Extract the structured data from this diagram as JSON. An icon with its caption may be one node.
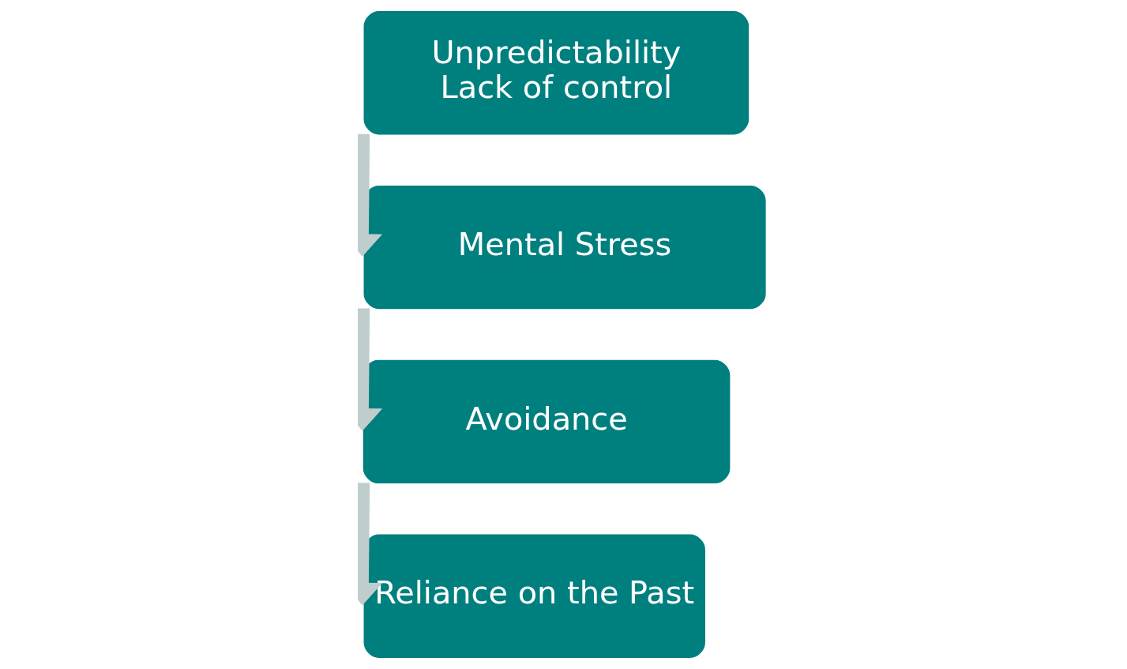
{
  "diagram": {
    "nodes": [
      {
        "text": [
          "Unpredictability",
          "Lack of control"
        ]
      },
      {
        "text": [
          "Mental Stress"
        ]
      },
      {
        "text": [
          "Avoidance"
        ]
      },
      {
        "text": [
          "Reliance on the Past"
        ]
      }
    ],
    "edges": [
      {
        "from": 0,
        "to": 1,
        "arrow": "to"
      },
      {
        "from": 1,
        "to": 2,
        "arrow": "to"
      },
      {
        "from": 2,
        "to": 3,
        "arrow": "to"
      }
    ]
  }
}
